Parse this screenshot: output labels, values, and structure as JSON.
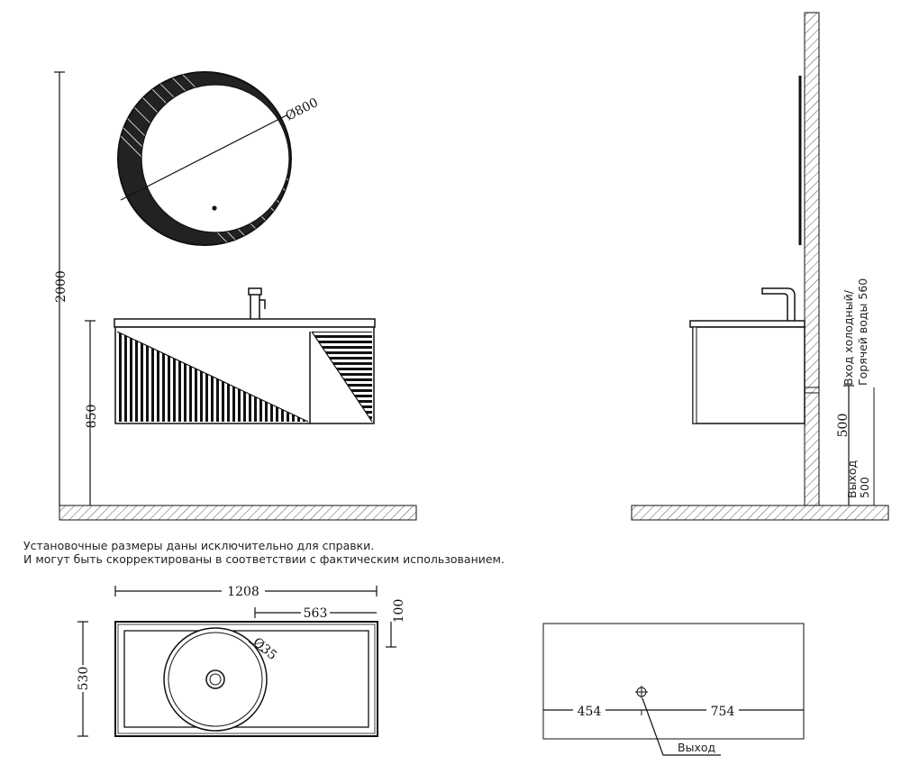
{
  "dimensions": {
    "total_height": "2000",
    "counter_height": "850",
    "mirror_diameter": "Ø800",
    "inlet_height": "500",
    "width": "1208",
    "basin_center_offset": "563",
    "basin_setback": "100",
    "depth": "530",
    "drain_diameter": "Ø35",
    "outlet_left": "454",
    "outlet_right": "754"
  },
  "side_labels": {
    "inlet_line1": "Вход холодный/",
    "inlet_line2": "Горячей воды 560",
    "outlet_line1": "Выход",
    "outlet_line2": "500"
  },
  "notes": {
    "line1": "Установочные размеры даны исключительно для справки.",
    "line2": "И могут быть скорректированы в соответствии с фактическим использованием."
  },
  "outlet_label": "Выход",
  "colors": {
    "line": "#111111",
    "hatch": "#555555",
    "background": "#ffffff"
  }
}
